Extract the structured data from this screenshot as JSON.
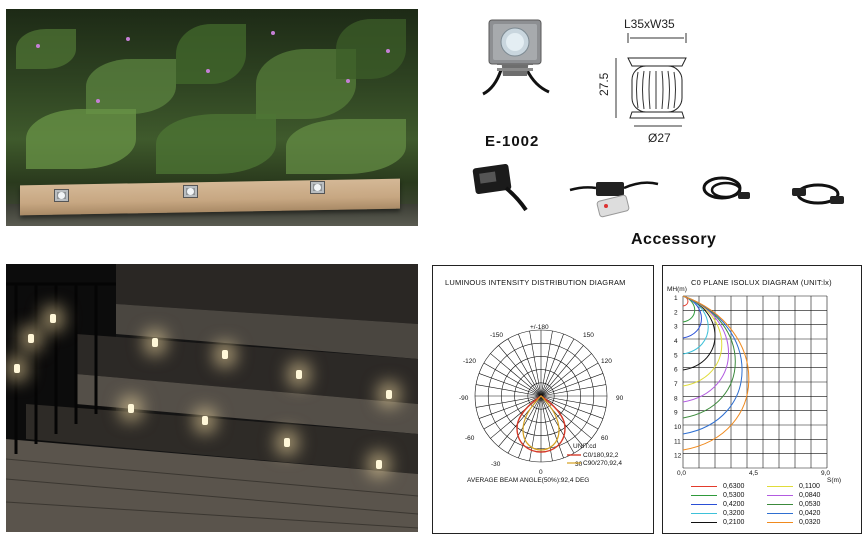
{
  "product": {
    "code": "E-1002",
    "size_label": "L35xW35",
    "height_label": "27.5",
    "diameter_label": "Ø27"
  },
  "accessory": {
    "title": "Accessory"
  },
  "polar_diagram": {
    "title": "LUMINOUS INTENSITY DISTRIBUTION DIAGRAM",
    "angle_labels": {
      "top_left": "-150",
      "top": "+/-180",
      "top_right": "150",
      "upper_left": "-120",
      "upper_right": "120",
      "left": "-90",
      "right": "90",
      "lower_left": "-60",
      "lower_right": "60",
      "bottom_left": "-30",
      "bottom": "0",
      "bottom_right": "30"
    },
    "unit_label": "UNIT:cd",
    "series_labels": [
      "C0/180,92,2",
      "C90/270,92,4"
    ],
    "beam_angle_text": "AVERAGE BEAM ANGLE(50%):92,4 DEG",
    "colors": {
      "c0": "#d43a2a",
      "c90": "#d4a020",
      "grid": "#111111"
    }
  },
  "isolux_diagram": {
    "title": "C0 PLANE ISOLUX DIAGRAM (UNIT:lx)",
    "y_axis_label": "MH(m)",
    "x_axis_label": "S(m)",
    "y_ticks": [
      "1",
      "2",
      "3",
      "4",
      "5",
      "6",
      "7",
      "8",
      "9",
      "10",
      "11",
      "12"
    ],
    "x_ticks": [
      "0,0",
      "4,5",
      "9,0"
    ],
    "legend": [
      {
        "value": "0,6300",
        "color": "#e33b2c"
      },
      {
        "value": "0,5300",
        "color": "#2f9a3b"
      },
      {
        "value": "0,4200",
        "color": "#2a4fd6"
      },
      {
        "value": "0,3200",
        "color": "#3ec1d9"
      },
      {
        "value": "0,2100",
        "color": "#111111"
      },
      {
        "value": "0,1100",
        "color": "#e0dc3a"
      },
      {
        "value": "0,0840",
        "color": "#b25be0"
      },
      {
        "value": "0,0530",
        "color": "#3c8a3c"
      },
      {
        "value": "0,0420",
        "color": "#2f6fd0"
      },
      {
        "value": "0,0320",
        "color": "#f08a1e"
      }
    ]
  }
}
